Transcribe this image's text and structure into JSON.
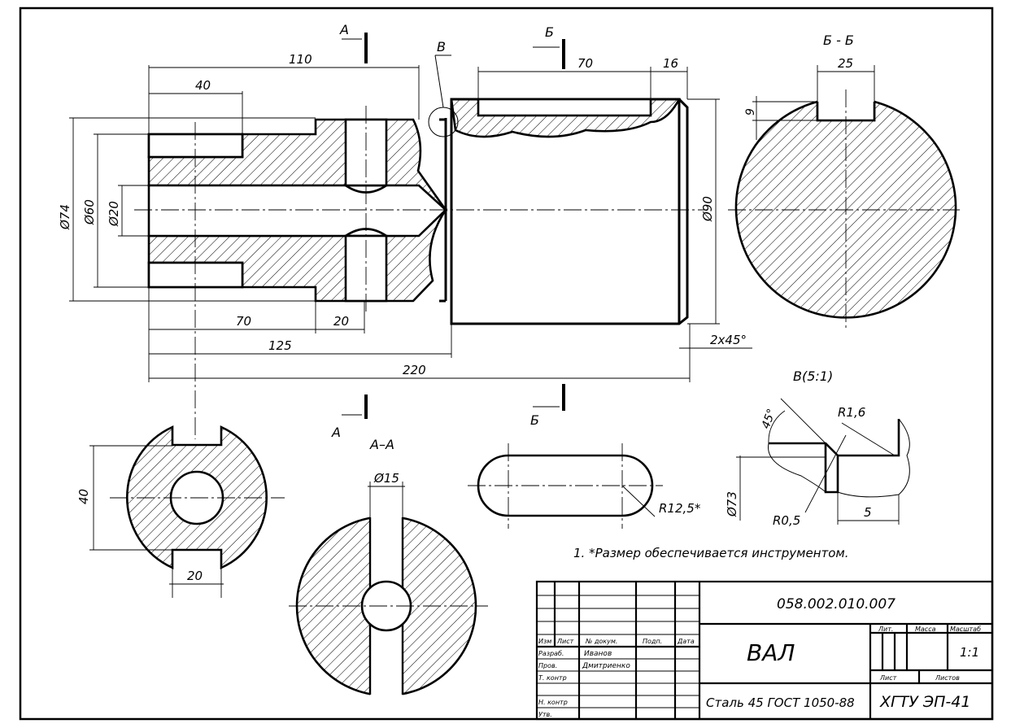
{
  "dimensions": {
    "d110": "110",
    "d40": "40",
    "d74": "Ø74",
    "d60": "Ø60",
    "d20dia": "Ø20",
    "d70a": "70",
    "d20": "20",
    "d125": "125",
    "d220": "220",
    "d70b": "70",
    "d16": "16",
    "d90": "Ø90",
    "chamfer": "2x45°",
    "keyWidth": "25",
    "keyDepth": "9",
    "sec40": "40",
    "sec20": "20",
    "hole15": "Ø15",
    "slotR": "R12,5*",
    "det45": "45°",
    "detR16": "R1,6",
    "detR05": "R0,5",
    "det73": "Ø73",
    "det5": "5"
  },
  "labels": {
    "arrowA": "А",
    "arrowB": "Б",
    "calloutV": "В",
    "sectionAA": "А–А",
    "sectionBB": "Б - Б",
    "detailV": "В(5:1)"
  },
  "note": "1. *Размер обеспечивается инструментом.",
  "titleBlock": {
    "docNumber": "058.002.010.007",
    "partName": "ВАЛ",
    "material": "Сталь 45 ГОСТ 1050-88",
    "organization": "ХГТУ ЭП-41",
    "scale": "1:1",
    "headers": {
      "izm": "Изм",
      "list": "Лист",
      "docNo": "№ докум.",
      "podp": "Подп.",
      "date": "Дата",
      "lit": "Лит.",
      "mass": "Масса",
      "scaleLabel": "Масштаб",
      "sheet": "Лист",
      "sheets": "Листов"
    },
    "roles": {
      "developed": "Разраб.",
      "checked": "Пров.",
      "tcontrol": "Т. контр",
      "ncontrol": "Н. контр",
      "approved": "Утв."
    },
    "names": {
      "developer": "Иванов",
      "checker": "Дмитриенко"
    }
  }
}
